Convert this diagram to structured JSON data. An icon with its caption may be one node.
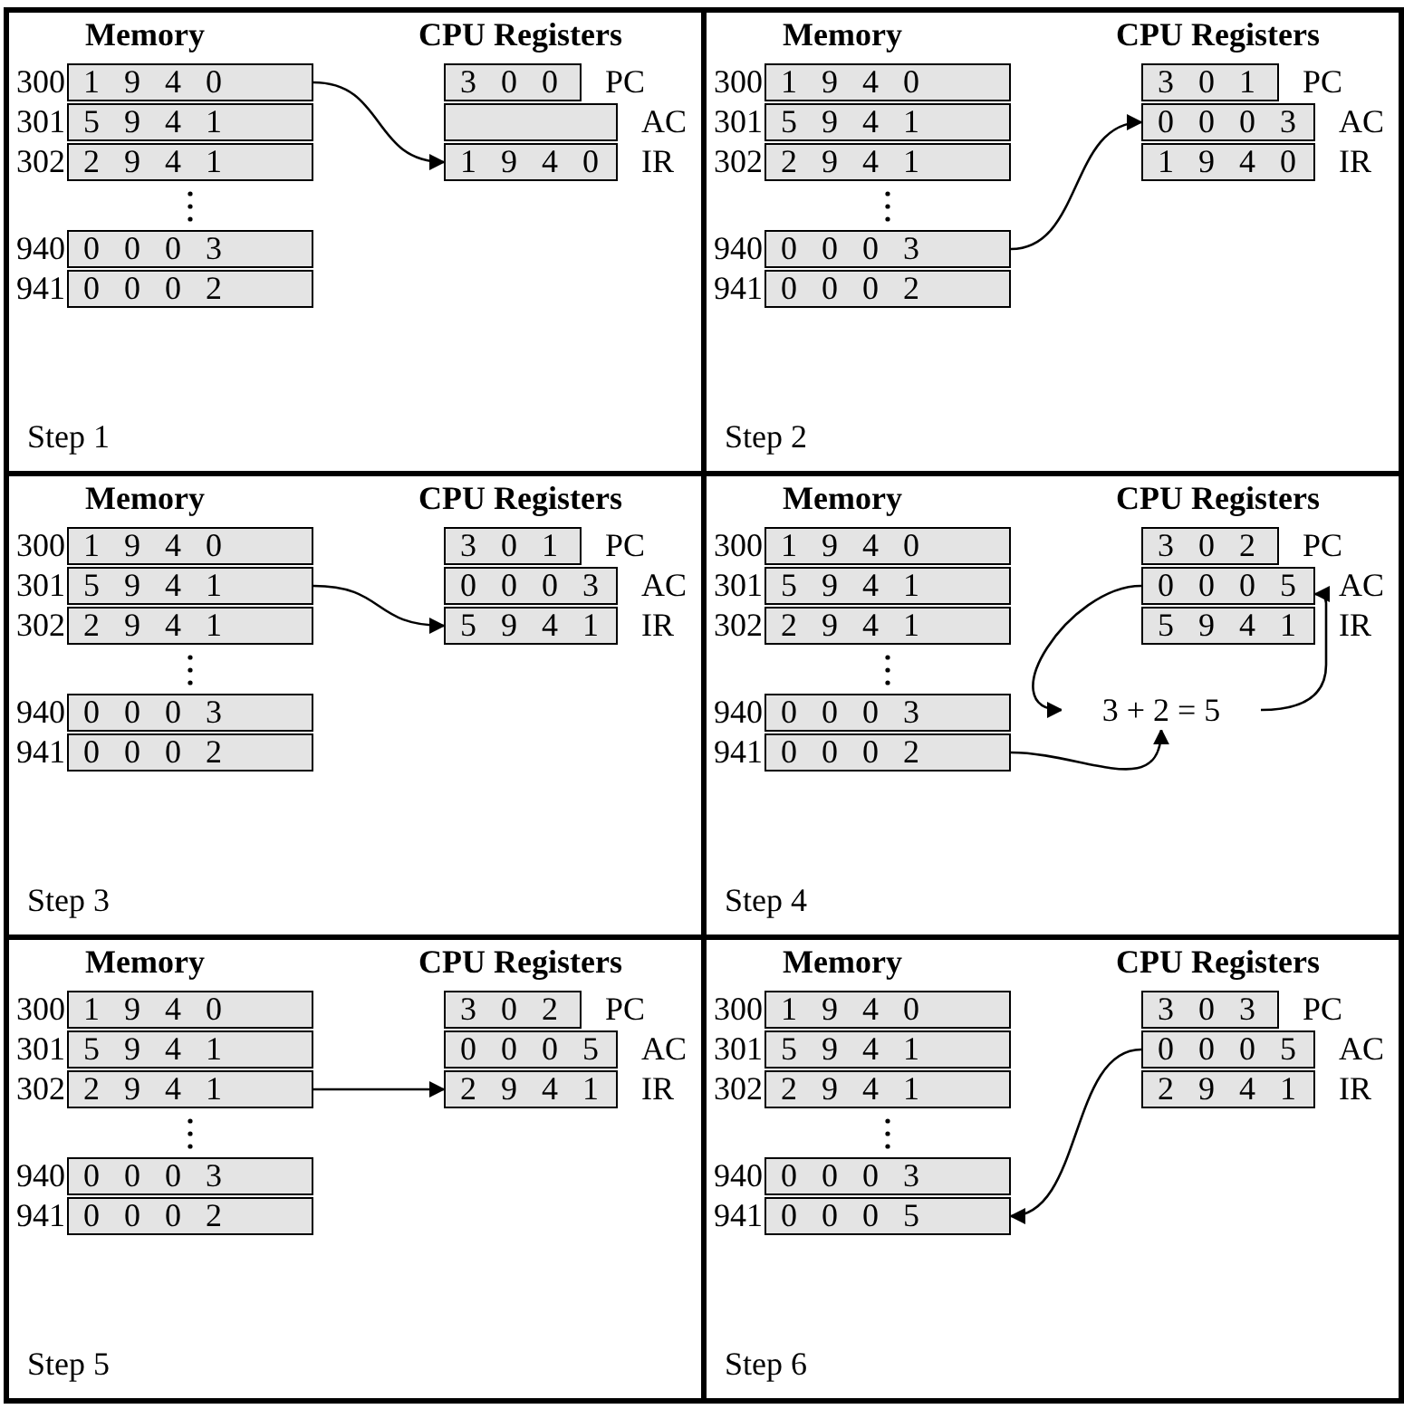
{
  "diagram": {
    "nodes": [
      {
        "text": [
          "Memory",
          "CPU Registers",
          "Step 1"
        ]
      },
      {
        "text": [
          "1 9 4 0"
        ],
        "beside": [
          "300"
        ],
        "in": 0
      },
      {
        "text": [
          "5 9 4 1"
        ],
        "beside": [
          "301"
        ],
        "in": 0
      },
      {
        "text": [
          "2 9 4 1"
        ],
        "beside": [
          "302"
        ],
        "in": 0
      },
      {
        "text": [
          "0 0 0 3"
        ],
        "beside": [
          "940"
        ],
        "in": 0
      },
      {
        "text": [
          "0 0 0 2"
        ],
        "beside": [
          "941"
        ],
        "in": 0
      },
      {
        "text": [
          "3 0 0"
        ],
        "beside": [
          "PC"
        ],
        "in": 0
      },
      {
        "text": [],
        "shape": "box",
        "beside": [
          "AC"
        ],
        "in": 0
      },
      {
        "text": [
          "1 9 4 0"
        ],
        "beside": [
          "IR"
        ],
        "in": 0
      },
      {
        "text": [
          "Memory",
          "CPU Registers",
          "Step 2"
        ]
      },
      {
        "text": [
          "1 9 4 0"
        ],
        "beside": [
          "300"
        ],
        "in": 9
      },
      {
        "text": [
          "5 9 4 1"
        ],
        "beside": [
          "301"
        ],
        "in": 9
      },
      {
        "text": [
          "2 9 4 1"
        ],
        "beside": [
          "302"
        ],
        "in": 9
      },
      {
        "text": [
          "0 0 0 3"
        ],
        "beside": [
          "940"
        ],
        "in": 9
      },
      {
        "text": [
          "0 0 0 2"
        ],
        "beside": [
          "941"
        ],
        "in": 9
      },
      {
        "text": [
          "3 0 1"
        ],
        "beside": [
          "PC"
        ],
        "in": 9
      },
      {
        "text": [
          "0 0 0 3"
        ],
        "beside": [
          "AC"
        ],
        "in": 9
      },
      {
        "text": [
          "1 9 4 0"
        ],
        "beside": [
          "IR"
        ],
        "in": 9
      },
      {
        "text": [
          "Memory",
          "CPU Registers",
          "Step 3"
        ]
      },
      {
        "text": [
          "1 9 4 0"
        ],
        "beside": [
          "300"
        ],
        "in": 18
      },
      {
        "text": [
          "5 9 4 1"
        ],
        "beside": [
          "301"
        ],
        "in": 18
      },
      {
        "text": [
          "2 9 4 1"
        ],
        "beside": [
          "302"
        ],
        "in": 18
      },
      {
        "text": [
          "0 0 0 3"
        ],
        "beside": [
          "940"
        ],
        "in": 18
      },
      {
        "text": [
          "0 0 0 2"
        ],
        "beside": [
          "941"
        ],
        "in": 18
      },
      {
        "text": [
          "3 0 1"
        ],
        "beside": [
          "PC"
        ],
        "in": 18
      },
      {
        "text": [
          "0 0 0 3"
        ],
        "beside": [
          "AC"
        ],
        "in": 18
      },
      {
        "text": [
          "5 9 4 1"
        ],
        "beside": [
          "IR"
        ],
        "in": 18
      },
      {
        "text": [
          "Memory",
          "CPU Registers",
          "Step 4"
        ]
      },
      {
        "text": [
          "1 9 4 0"
        ],
        "beside": [
          "300"
        ],
        "in": 27
      },
      {
        "text": [
          "5 9 4 1"
        ],
        "beside": [
          "301"
        ],
        "in": 27
      },
      {
        "text": [
          "2 9 4 1"
        ],
        "beside": [
          "302"
        ],
        "in": 27
      },
      {
        "text": [
          "0 0 0 3"
        ],
        "beside": [
          "940"
        ],
        "in": 27
      },
      {
        "text": [
          "0 0 0 2"
        ],
        "beside": [
          "941"
        ],
        "in": 27
      },
      {
        "text": [
          "3 0 2"
        ],
        "beside": [
          "PC"
        ],
        "in": 27
      },
      {
        "text": [
          "0 0 0 5"
        ],
        "beside": [
          "AC"
        ],
        "in": 27
      },
      {
        "text": [
          "5 9 4 1"
        ],
        "beside": [
          "IR"
        ],
        "in": 27
      },
      {
        "text": [
          "3 + 2 = 5"
        ],
        "in": 27
      },
      {
        "text": [
          "Memory",
          "CPU Registers",
          "Step 5"
        ]
      },
      {
        "text": [
          "1 9 4 0"
        ],
        "beside": [
          "300"
        ],
        "in": 37
      },
      {
        "text": [
          "5 9 4 1"
        ],
        "beside": [
          "301"
        ],
        "in": 37
      },
      {
        "text": [
          "2 9 4 1"
        ],
        "beside": [
          "302"
        ],
        "in": 37
      },
      {
        "text": [
          "0 0 0 3"
        ],
        "beside": [
          "940"
        ],
        "in": 37
      },
      {
        "text": [
          "0 0 0 2"
        ],
        "beside": [
          "941"
        ],
        "in": 37
      },
      {
        "text": [
          "3 0 2"
        ],
        "beside": [
          "PC"
        ],
        "in": 37
      },
      {
        "text": [
          "0 0 0 5"
        ],
        "beside": [
          "AC"
        ],
        "in": 37
      },
      {
        "text": [
          "2 9 4 1"
        ],
        "beside": [
          "IR"
        ],
        "in": 37
      },
      {
        "text": [
          "Memory",
          "CPU Registers",
          "Step 6"
        ]
      },
      {
        "text": [
          "1 9 4 0"
        ],
        "beside": [
          "300"
        ],
        "in": 46
      },
      {
        "text": [
          "5 9 4 1"
        ],
        "beside": [
          "301"
        ],
        "in": 46
      },
      {
        "text": [
          "2 9 4 1"
        ],
        "beside": [
          "302"
        ],
        "in": 46
      },
      {
        "text": [
          "0 0 0 3"
        ],
        "beside": [
          "940"
        ],
        "in": 46
      },
      {
        "text": [
          "0 0 0 5"
        ],
        "beside": [
          "941"
        ],
        "in": 46
      },
      {
        "text": [
          "3 0 3"
        ],
        "beside": [
          "PC"
        ],
        "in": 46
      },
      {
        "text": [
          "0 0 0 5"
        ],
        "beside": [
          "AC"
        ],
        "in": 46
      },
      {
        "text": [
          "2 9 4 1"
        ],
        "beside": [
          "IR"
        ],
        "in": 46
      }
    ],
    "edges": [
      {
        "from": 1,
        "to": 8,
        "arrow": "to"
      },
      {
        "from": 13,
        "to": 16,
        "arrow": "to"
      },
      {
        "from": 20,
        "to": 26,
        "arrow": "to"
      },
      {
        "from": 34,
        "to": 36,
        "arrow": "to"
      },
      {
        "from": 32,
        "to": 36,
        "arrow": "to"
      },
      {
        "from": 36,
        "to": 34,
        "arrow": "to"
      },
      {
        "from": 40,
        "to": 45,
        "arrow": "to"
      },
      {
        "from": 53,
        "to": 51,
        "arrow": "to"
      }
    ]
  }
}
